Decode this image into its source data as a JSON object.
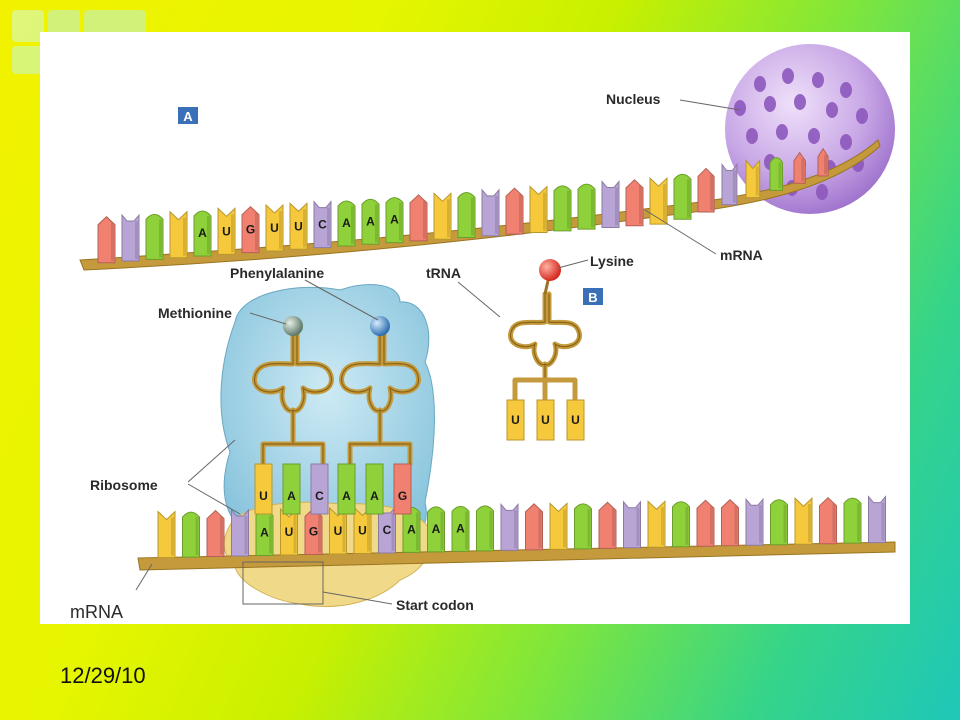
{
  "slide": {
    "date": "12/29/10"
  },
  "diagram": {
    "label_a": "A",
    "label_b": "B",
    "labels": {
      "nucleus": "Nucleus",
      "mrna_top": "mRNA",
      "phenylalanine": "Phenylalanine",
      "trna": "tRNA",
      "lysine": "Lysine",
      "methionine": "Methionine",
      "ribosome": "Ribosome",
      "mrna_bottom": "mRNA",
      "start_codon": "Start codon"
    },
    "top_codons": [
      "A",
      "U",
      "G",
      "U",
      "U",
      "C",
      "A",
      "A",
      "A"
    ],
    "trna_b_anticodon": [
      "U",
      "U",
      "U"
    ],
    "ribosome_anticodons": [
      "U",
      "A",
      "C",
      "A",
      "A",
      "G"
    ],
    "bottom_codons": [
      "A",
      "U",
      "G",
      "U",
      "U",
      "C",
      "A",
      "A",
      "A"
    ],
    "colors": {
      "A": "#8fd13a",
      "U": "#f5c93b",
      "G": "#f08070",
      "C": "#b9a4d6",
      "backbone": "#c49a3c",
      "nucleus": "#c9a8e6",
      "ribosome": "#9fd3e6"
    }
  }
}
